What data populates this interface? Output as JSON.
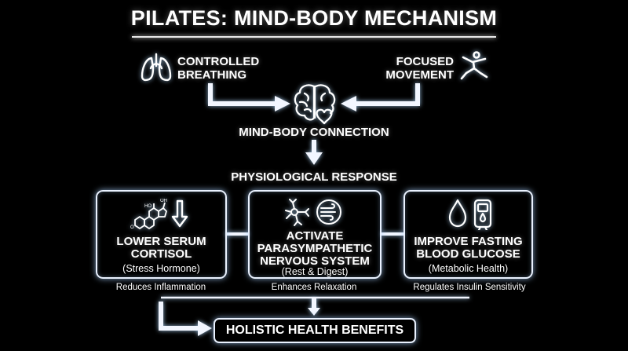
{
  "title": "PILATES: MIND-BODY MECHANISM",
  "inputs": {
    "left": {
      "line1": "CONTROLLED",
      "line2": "BREATHING",
      "icon": "lungs-icon"
    },
    "right": {
      "line1": "FOCUSED",
      "line2": "MOVEMENT",
      "icon": "figure-movement-icon"
    }
  },
  "hub_icon": "brain-heart-icon",
  "connection_label": "MIND-BODY CONNECTION",
  "response_label": "PHYSIOLOGICAL RESPONSE",
  "cards": [
    {
      "icon": "cortisol-molecule-down-icon",
      "line1": "LOWER SERUM",
      "line2": "CORTISOL",
      "sub": "(Stress Hormone)",
      "note": "Reduces Inflammation"
    },
    {
      "icon": "neuron-breath-icon",
      "line1": "ACTIVATE",
      "line2": "PARASYMPATHETIC",
      "line3": "NERVOUS SYSTEM",
      "sub": "(Rest & Digest)",
      "note": "Enhances Relaxation"
    },
    {
      "icon": "glucose-drop-meter-icon",
      "line1": "IMPROVE FASTING",
      "line2": "BLOOD GLUCOSE",
      "sub": "(Metabolic Health)",
      "note": "Regulates Insulin Sensitivity"
    }
  ],
  "outcome_label": "HOLISTIC HEALTH BENEFITS",
  "colors": {
    "background": "#000000",
    "foreground": "#ffffff",
    "glow": "#aad2ff"
  }
}
